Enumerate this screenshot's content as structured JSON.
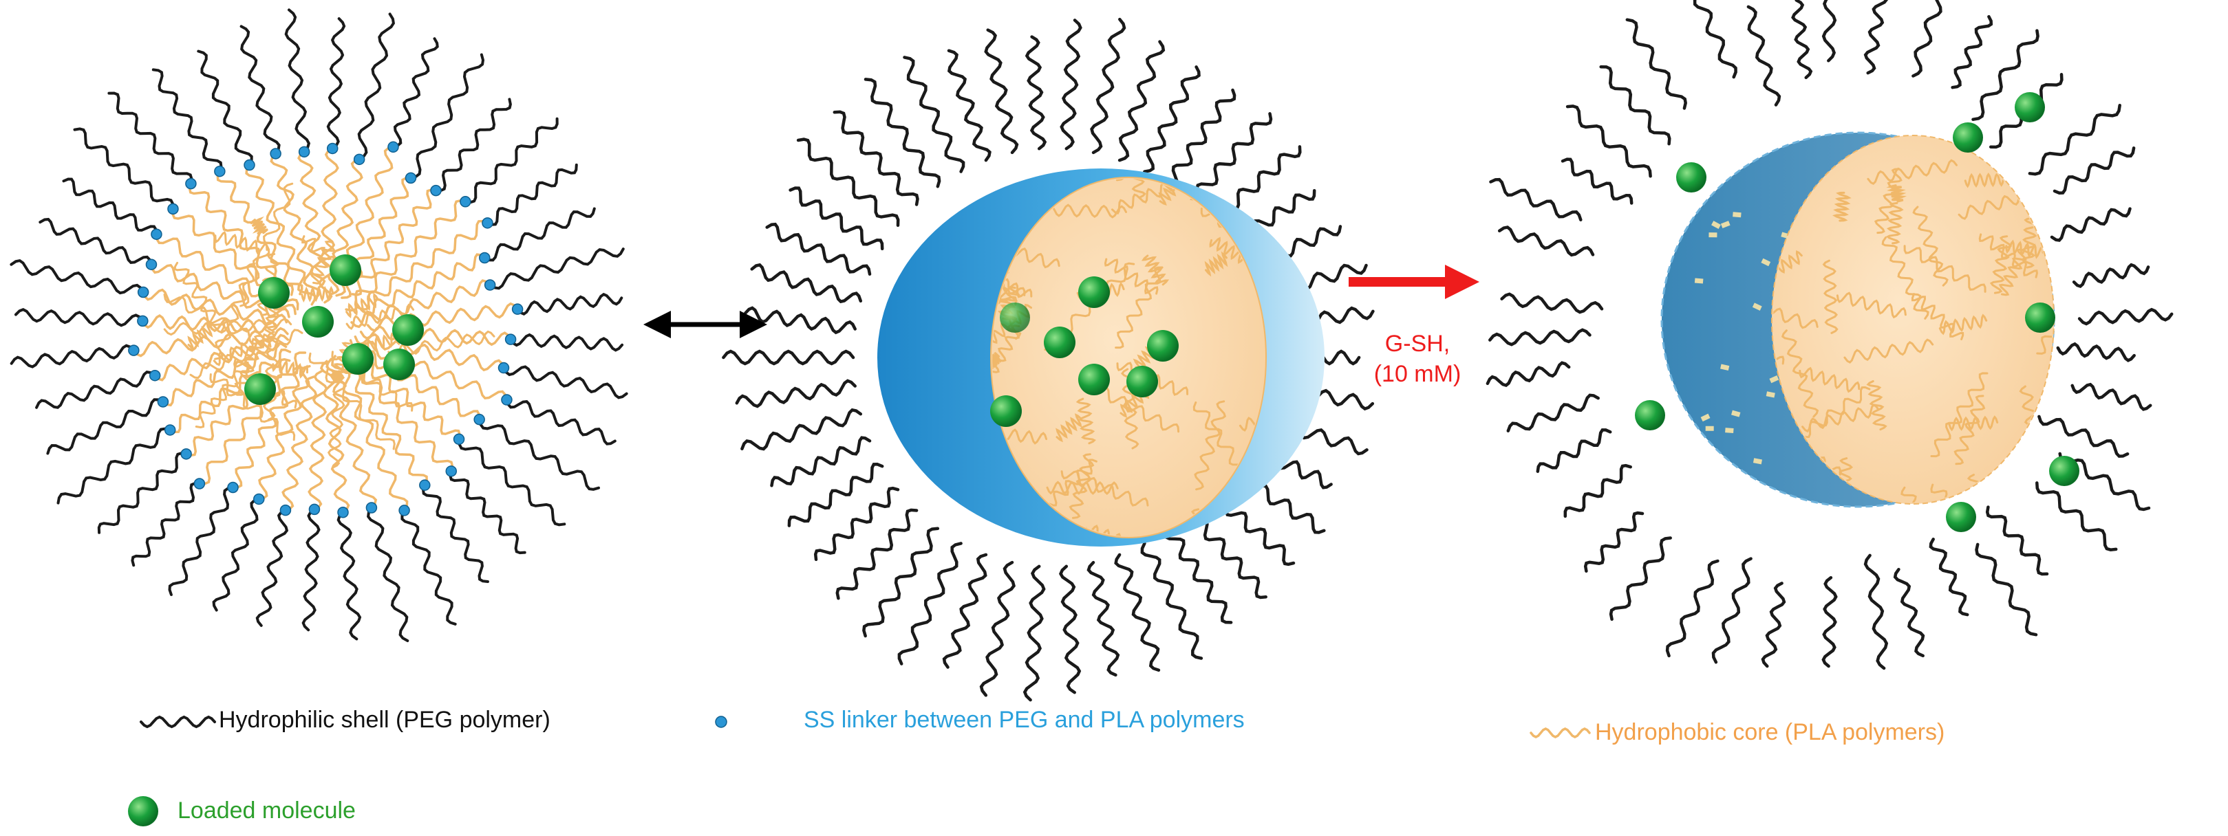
{
  "arrow": {
    "reagent": "G-SH,",
    "concentration": "(10 mM)"
  },
  "legend": {
    "peg": "Hydrophilic shell (PEG polymer)",
    "ss_linker": "SS linker between PEG and PLA polymers",
    "pla": "Hydrophobic core (PLA polymers)",
    "loaded": "Loaded molecule"
  },
  "colors": {
    "peg_chain": "#1a1a1a",
    "pla_chain": "#f0b86a",
    "core_fill": "#fbd9ae",
    "shell_blue": "#2a95d4",
    "shell_blue_dark": "#4a8fb8",
    "linker_dot": "#2a95d4",
    "molecule_green": "#1aa13c",
    "arrow_red": "#ee1c1c",
    "label_blue": "#2aa0dc",
    "label_orange": "#f2a04a",
    "label_green": "#2ca02c",
    "label_red": "#ee1c1c"
  },
  "icons": [
    "double-arrow-icon",
    "reaction-arrow-icon",
    "green-sphere-icon",
    "blue-dot-icon"
  ]
}
